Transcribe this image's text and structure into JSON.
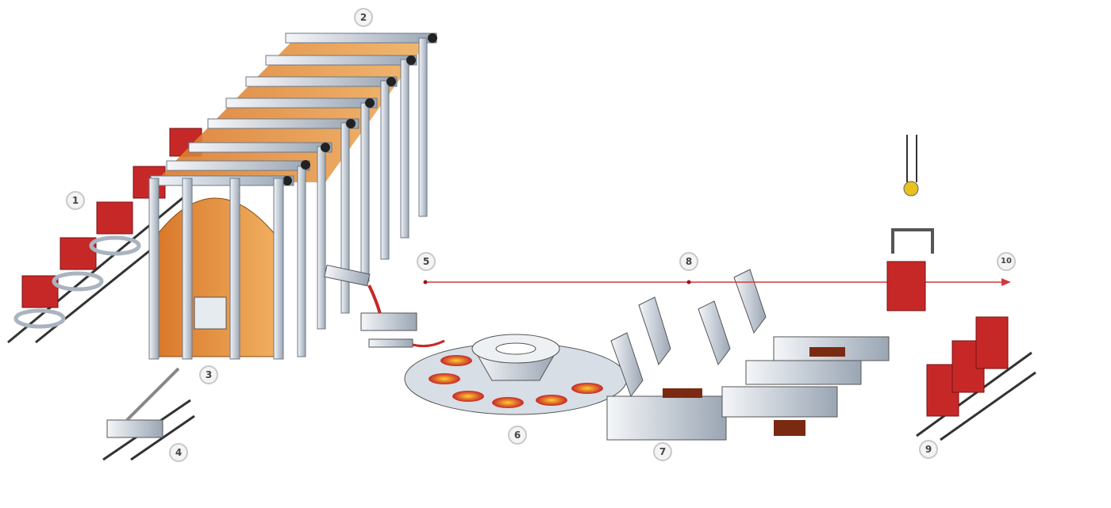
{
  "labels": [
    "1",
    "2",
    "3",
    "4",
    "5",
    "6",
    "7",
    "8",
    "9",
    "10"
  ],
  "colors": {
    "flow_line": "#d23a3a",
    "steel": "#c62828",
    "furnace": "#e08a3a",
    "frame": "#cfd6df"
  }
}
